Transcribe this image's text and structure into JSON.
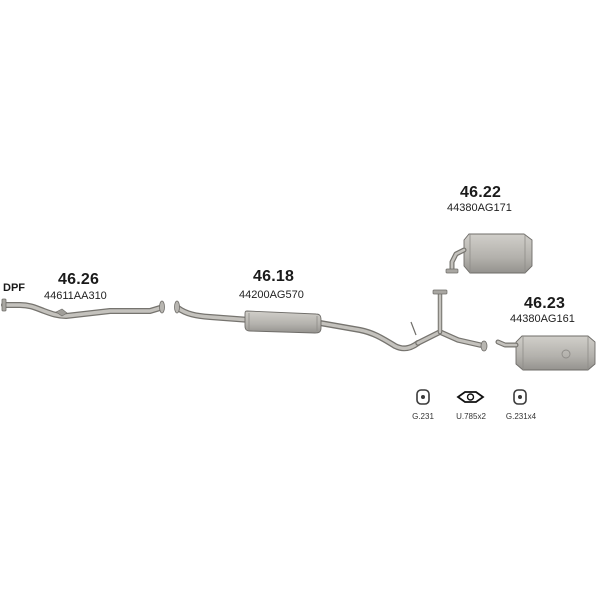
{
  "parts": [
    {
      "id": "p4626",
      "number": "46.26",
      "oem": "44611AA310",
      "tag": "DPF"
    },
    {
      "id": "p4618",
      "number": "46.18",
      "oem": "44200AG570"
    },
    {
      "id": "p4622",
      "number": "46.22",
      "oem": "44380AG171"
    },
    {
      "id": "p4623",
      "number": "46.23",
      "oem": "44380AG161"
    }
  ],
  "accessories": [
    {
      "code": "G.231",
      "icon": "rubber-hanger-icon"
    },
    {
      "code": "U.785x2",
      "icon": "gasket-icon"
    },
    {
      "code": "G.231x4",
      "icon": "rubber-hanger-icon"
    }
  ],
  "colors": {
    "metal": "#b9b7b2",
    "metal_dark": "#8e8c88",
    "outline": "#6f6d69"
  }
}
